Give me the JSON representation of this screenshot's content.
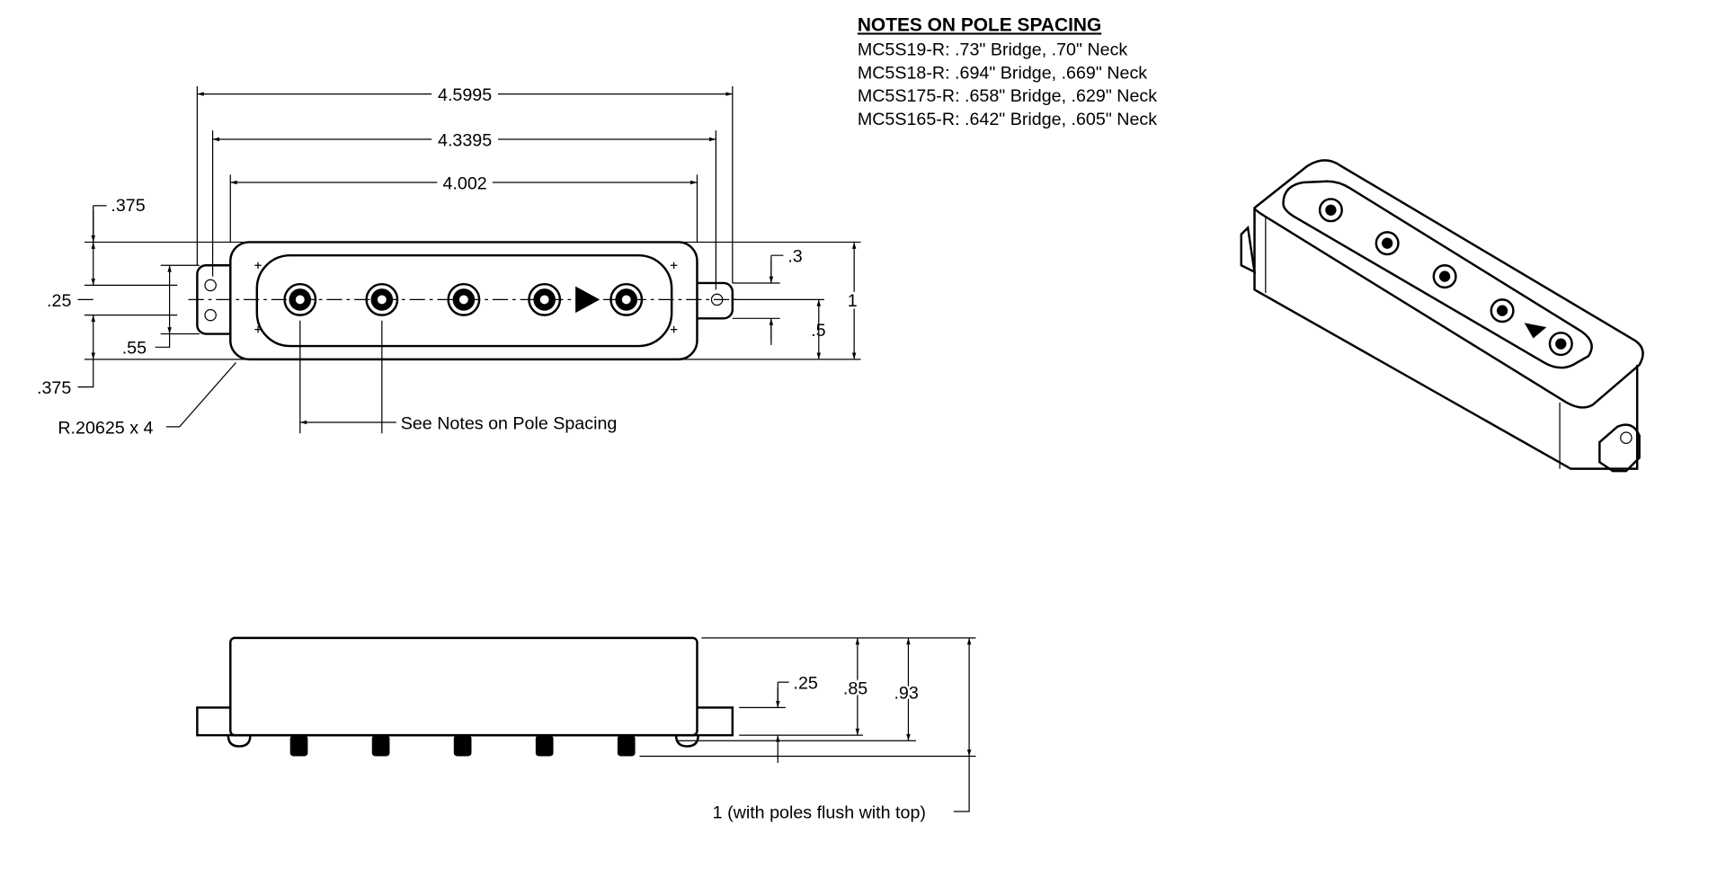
{
  "notes": {
    "title": "NOTES ON POLE SPACING",
    "lines": [
      "MC5S19-R:  .73\" Bridge, .70\" Neck",
      "MC5S18-R:  .694\" Bridge, .669\" Neck",
      "MC5S175-R:  .658\" Bridge, .629\" Neck",
      "MC5S165-R:  .642\" Bridge, .605\" Neck"
    ]
  },
  "top_view": {
    "dim_overall": "4.5995",
    "dim_mount_holes": "4.3395",
    "dim_body": "4.002",
    "dim_top_offset": ".375",
    "dim_hole_spacing": ".25",
    "dim_tab_height": ".55",
    "dim_bottom_offset": ".375",
    "dim_radius": "R.20625 x 4",
    "dim_pole_spacing": "See Notes on Pole Spacing",
    "dim_tab_right": ".3",
    "dim_half_width": ".5",
    "dim_width": "1"
  },
  "side_view": {
    "dim_tab": ".25",
    "dim_body_height": ".85",
    "dim_total": ".93",
    "dim_poles": "1 (with poles flush with top)"
  }
}
